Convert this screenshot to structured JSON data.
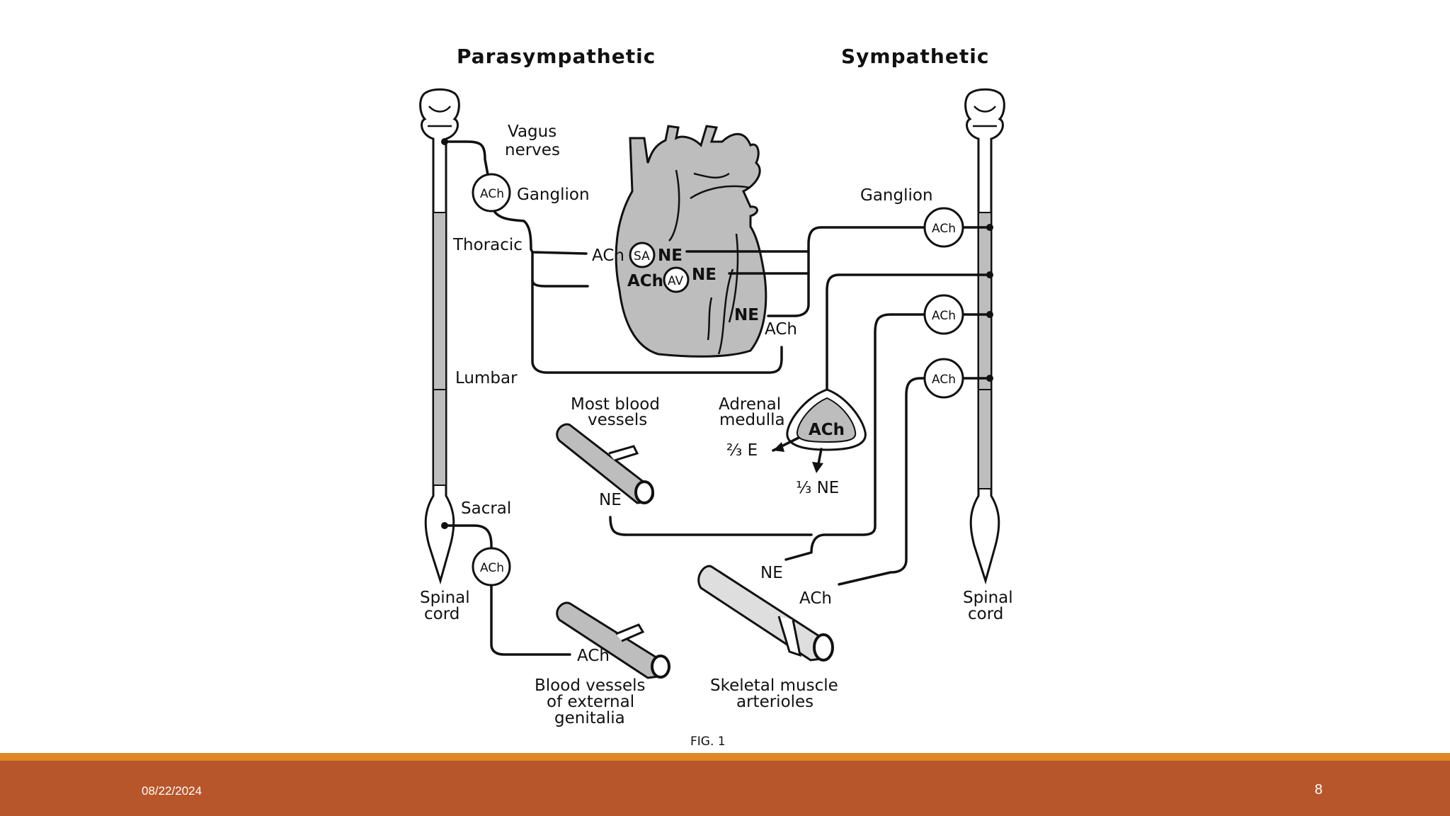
{
  "slide": {
    "date": "08/22/2024",
    "page_number": "8",
    "colors": {
      "footer_bar": "#b8562b",
      "footer_accent": "#df8626",
      "organ_fill": "#bdbdbd",
      "ink": "#111111"
    }
  },
  "figure": {
    "headers": {
      "left": "Parasympathetic",
      "right": "Sympathetic"
    },
    "labels": {
      "vagus_1": "Vagus",
      "vagus_2": "nerves",
      "ganglion_left": "Ganglion",
      "ganglion_right": "Ganglion",
      "thoracic": "Thoracic",
      "lumbar": "Lumbar",
      "sacral": "Sacral",
      "spinal_left_1": "Spinal",
      "spinal_left_2": "cord",
      "spinal_right_1": "Spinal",
      "spinal_right_2": "cord",
      "most_blood_1": "Most blood",
      "most_blood_2": "vessels",
      "adrenal_1": "Adrenal",
      "adrenal_2": "medulla",
      "genitalia_1": "Blood vessels",
      "genitalia_2": "of external",
      "genitalia_3": "genitalia",
      "skeletal_1": "Skeletal muscle",
      "skeletal_2": "arterioles",
      "fig_caption": "FIG. 1"
    },
    "nodes": {
      "sa": "SA",
      "av": "AV",
      "ach": "ACh",
      "ne": "NE",
      "two_thirds_e": "²⁄₃ E",
      "one_third_ne": "¹⁄₃ NE"
    }
  }
}
